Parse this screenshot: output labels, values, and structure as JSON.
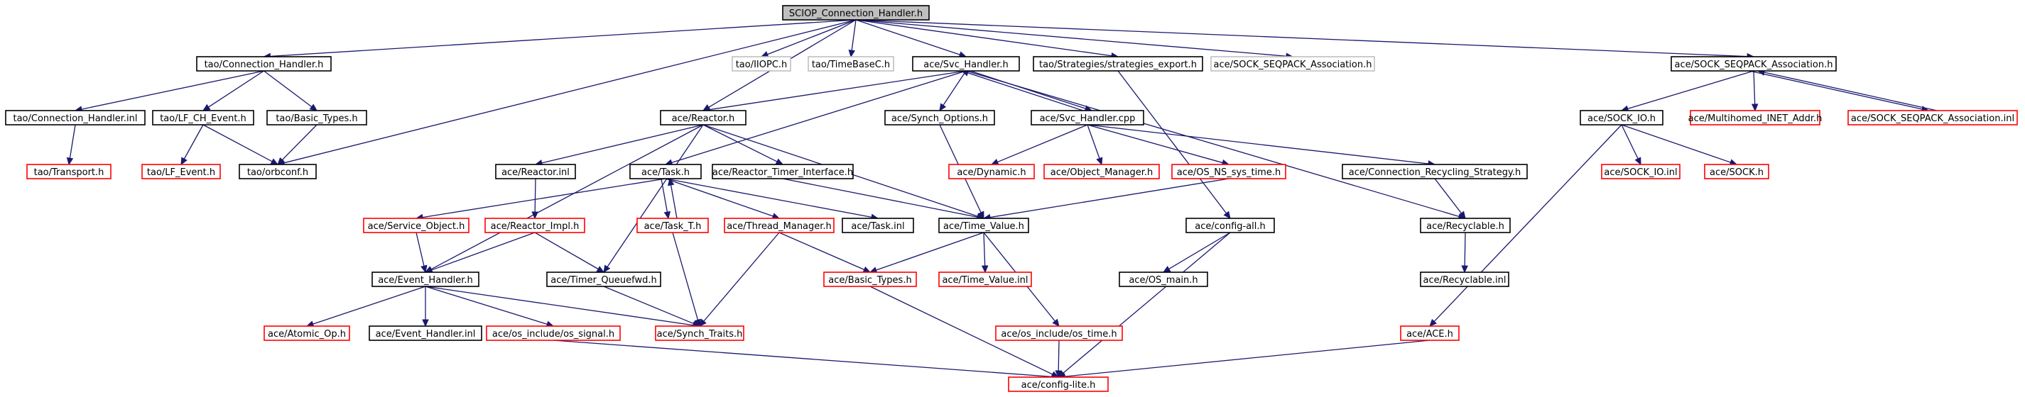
{
  "colors": {
    "edge": "#191970",
    "border_normal": "#000000",
    "border_red": "#ff0000",
    "border_gray": "#bfbfbf",
    "root_fill": "#bfbfbf",
    "text_gray": "#7f7f7f"
  },
  "nodes": [
    {
      "id": "root",
      "label": "SCIOP_Connection_Handler.h",
      "style": "root"
    },
    {
      "id": "tao_ch_h",
      "label": "tao/Connection_Handler.h",
      "style": "normal"
    },
    {
      "id": "tao_iiopc",
      "label": "tao/IIOPC.h",
      "style": "gray"
    },
    {
      "id": "tao_timebase",
      "label": "tao/TimeBaseC.h",
      "style": "gray"
    },
    {
      "id": "ace_svc_h",
      "label": "ace/Svc_Handler.h",
      "style": "normal"
    },
    {
      "id": "tao_strat",
      "label": "tao/Strategies/strategies_export.h",
      "style": "normal"
    },
    {
      "id": "ace_sseq_gray",
      "label": "ace/SOCK_SEQPACK_Association.h",
      "style": "gray"
    },
    {
      "id": "ace_sseq_h",
      "label": "ace/SOCK_SEQPACK_Association.h",
      "style": "normal"
    },
    {
      "id": "tao_ch_inl",
      "label": "tao/Connection_Handler.inl",
      "style": "normal"
    },
    {
      "id": "tao_lfch",
      "label": "tao/LF_CH_Event.h",
      "style": "normal"
    },
    {
      "id": "tao_basic",
      "label": "tao/Basic_Types.h",
      "style": "normal"
    },
    {
      "id": "ace_reactor",
      "label": "ace/Reactor.h",
      "style": "normal"
    },
    {
      "id": "ace_synch_opt",
      "label": "ace/Synch_Options.h",
      "style": "normal"
    },
    {
      "id": "ace_svc_cpp",
      "label": "ace/Svc_Handler.cpp",
      "style": "normal"
    },
    {
      "id": "ace_sockio",
      "label": "ace/SOCK_IO.h",
      "style": "normal"
    },
    {
      "id": "ace_multi",
      "label": "ace/Multihomed_INET_Addr.h",
      "style": "red"
    },
    {
      "id": "ace_sseq_inl",
      "label": "ace/SOCK_SEQPACK_Association.inl",
      "style": "red"
    },
    {
      "id": "tao_transport",
      "label": "tao/Transport.h",
      "style": "red"
    },
    {
      "id": "tao_lfevent",
      "label": "tao/LF_Event.h",
      "style": "red"
    },
    {
      "id": "tao_orbconf",
      "label": "tao/orbconf.h",
      "style": "normal"
    },
    {
      "id": "ace_reactor_inl",
      "label": "ace/Reactor.inl",
      "style": "normal"
    },
    {
      "id": "ace_task",
      "label": "ace/Task.h",
      "style": "normal"
    },
    {
      "id": "ace_rti",
      "label": "ace/Reactor_Timer_Interface.h",
      "style": "normal"
    },
    {
      "id": "ace_dynamic",
      "label": "ace/Dynamic.h",
      "style": "red"
    },
    {
      "id": "ace_objmgr",
      "label": "ace/Object_Manager.h",
      "style": "red"
    },
    {
      "id": "ace_osns",
      "label": "ace/OS_NS_sys_time.h",
      "style": "red"
    },
    {
      "id": "ace_crs",
      "label": "ace/Connection_Recycling_Strategy.h",
      "style": "normal"
    },
    {
      "id": "ace_sockio_inl",
      "label": "ace/SOCK_IO.inl",
      "style": "red"
    },
    {
      "id": "ace_sock",
      "label": "ace/SOCK.h",
      "style": "red"
    },
    {
      "id": "ace_svcobj",
      "label": "ace/Service_Object.h",
      "style": "red"
    },
    {
      "id": "ace_rimpl",
      "label": "ace/Reactor_Impl.h",
      "style": "red"
    },
    {
      "id": "ace_task_t",
      "label": "ace/Task_T.h",
      "style": "red"
    },
    {
      "id": "ace_thrmgr",
      "label": "ace/Thread_Manager.h",
      "style": "red"
    },
    {
      "id": "ace_task_inl",
      "label": "ace/Task.inl",
      "style": "normal"
    },
    {
      "id": "ace_timeval",
      "label": "ace/Time_Value.h",
      "style": "normal"
    },
    {
      "id": "ace_configall",
      "label": "ace/config-all.h",
      "style": "normal"
    },
    {
      "id": "ace_recyclable",
      "label": "ace/Recyclable.h",
      "style": "normal"
    },
    {
      "id": "ace_evh",
      "label": "ace/Event_Handler.h",
      "style": "normal"
    },
    {
      "id": "ace_tqfwd",
      "label": "ace/Timer_Queuefwd.h",
      "style": "normal"
    },
    {
      "id": "ace_basic",
      "label": "ace/Basic_Types.h",
      "style": "red"
    },
    {
      "id": "ace_timeval_inl",
      "label": "ace/Time_Value.inl",
      "style": "red"
    },
    {
      "id": "ace_osmain",
      "label": "ace/OS_main.h",
      "style": "normal"
    },
    {
      "id": "ace_recyclable_inl",
      "label": "ace/Recyclable.inl",
      "style": "normal"
    },
    {
      "id": "ace_atomic",
      "label": "ace/Atomic_Op.h",
      "style": "red"
    },
    {
      "id": "ace_evh_inl",
      "label": "ace/Event_Handler.inl",
      "style": "normal"
    },
    {
      "id": "ace_ossignal",
      "label": "ace/os_include/os_signal.h",
      "style": "red"
    },
    {
      "id": "ace_synchtraits",
      "label": "ace/Synch_Traits.h",
      "style": "red"
    },
    {
      "id": "ace_ostime",
      "label": "ace/os_include/os_time.h",
      "style": "red"
    },
    {
      "id": "ace_ace",
      "label": "ace/ACE.h",
      "style": "red"
    },
    {
      "id": "ace_configlite",
      "label": "ace/config-lite.h",
      "style": "red"
    }
  ],
  "edges": [
    [
      "root",
      "tao_ch_h"
    ],
    [
      "root",
      "tao_iiopc"
    ],
    [
      "root",
      "tao_timebase"
    ],
    [
      "root",
      "ace_svc_h"
    ],
    [
      "root",
      "tao_strat"
    ],
    [
      "root",
      "ace_sseq_gray"
    ],
    [
      "root",
      "ace_sseq_h"
    ],
    [
      "root",
      "ace_reactor"
    ],
    [
      "root",
      "tao_orbconf"
    ],
    [
      "tao_ch_h",
      "tao_ch_inl"
    ],
    [
      "tao_ch_h",
      "tao_lfch"
    ],
    [
      "tao_ch_h",
      "tao_basic"
    ],
    [
      "tao_ch_inl",
      "tao_transport"
    ],
    [
      "tao_lfch",
      "tao_lfevent"
    ],
    [
      "tao_lfch",
      "tao_orbconf"
    ],
    [
      "tao_basic",
      "tao_orbconf"
    ],
    [
      "ace_svc_h",
      "ace_reactor"
    ],
    [
      "ace_svc_h",
      "ace_synch_opt"
    ],
    [
      "ace_svc_h",
      "ace_svc_cpp"
    ],
    [
      "ace_svc_h",
      "ace_task"
    ],
    [
      "ace_svc_h",
      "ace_recyclable"
    ],
    [
      "ace_svc_cpp",
      "ace_svc_h"
    ],
    [
      "ace_svc_cpp",
      "ace_dynamic"
    ],
    [
      "ace_svc_cpp",
      "ace_objmgr"
    ],
    [
      "ace_svc_cpp",
      "ace_osns"
    ],
    [
      "ace_svc_cpp",
      "ace_crs"
    ],
    [
      "tao_strat",
      "ace_configall"
    ],
    [
      "ace_sseq_h",
      "ace_sockio"
    ],
    [
      "ace_sseq_h",
      "ace_multi"
    ],
    [
      "ace_sseq_h",
      "ace_sseq_inl"
    ],
    [
      "ace_sseq_inl",
      "ace_sseq_h"
    ],
    [
      "ace_sockio",
      "ace_sockio_inl"
    ],
    [
      "ace_sockio",
      "ace_sock"
    ],
    [
      "ace_sockio",
      "ace_ace"
    ],
    [
      "ace_reactor",
      "ace_reactor_inl"
    ],
    [
      "ace_reactor",
      "ace_rti"
    ],
    [
      "ace_reactor",
      "ace_evh"
    ],
    [
      "ace_reactor",
      "ace_timeval"
    ],
    [
      "ace_reactor",
      "ace_tqfwd"
    ],
    [
      "ace_reactor_inl",
      "ace_rimpl"
    ],
    [
      "ace_task",
      "ace_svcobj"
    ],
    [
      "ace_task",
      "ace_task_t"
    ],
    [
      "ace_task",
      "ace_thrmgr"
    ],
    [
      "ace_task",
      "ace_task_inl"
    ],
    [
      "ace_task_t",
      "ace_task"
    ],
    [
      "ace_task_t",
      "ace_synchtraits"
    ],
    [
      "ace_rti",
      "ace_timeval"
    ],
    [
      "ace_synch_opt",
      "ace_timeval"
    ],
    [
      "ace_osns",
      "ace_timeval"
    ],
    [
      "ace_crs",
      "ace_recyclable"
    ],
    [
      "ace_svcobj",
      "ace_evh"
    ],
    [
      "ace_rimpl",
      "ace_evh"
    ],
    [
      "ace_rimpl",
      "ace_tqfwd"
    ],
    [
      "ace_thrmgr",
      "ace_basic"
    ],
    [
      "ace_thrmgr",
      "ace_synchtraits"
    ],
    [
      "ace_timeval",
      "ace_basic"
    ],
    [
      "ace_timeval",
      "ace_timeval_inl"
    ],
    [
      "ace_timeval",
      "ace_ostime"
    ],
    [
      "ace_configall",
      "ace_osmain"
    ],
    [
      "ace_configall",
      "ace_configlite"
    ],
    [
      "ace_recyclable",
      "ace_recyclable_inl"
    ],
    [
      "ace_evh",
      "ace_atomic"
    ],
    [
      "ace_evh",
      "ace_evh_inl"
    ],
    [
      "ace_evh",
      "ace_ossignal"
    ],
    [
      "ace_evh",
      "ace_synchtraits"
    ],
    [
      "ace_tqfwd",
      "ace_synchtraits"
    ],
    [
      "ace_basic",
      "ace_configlite"
    ],
    [
      "ace_ostime",
      "ace_configlite"
    ],
    [
      "ace_ossignal",
      "ace_configlite"
    ],
    [
      "ace_ace",
      "ace_configlite"
    ]
  ]
}
